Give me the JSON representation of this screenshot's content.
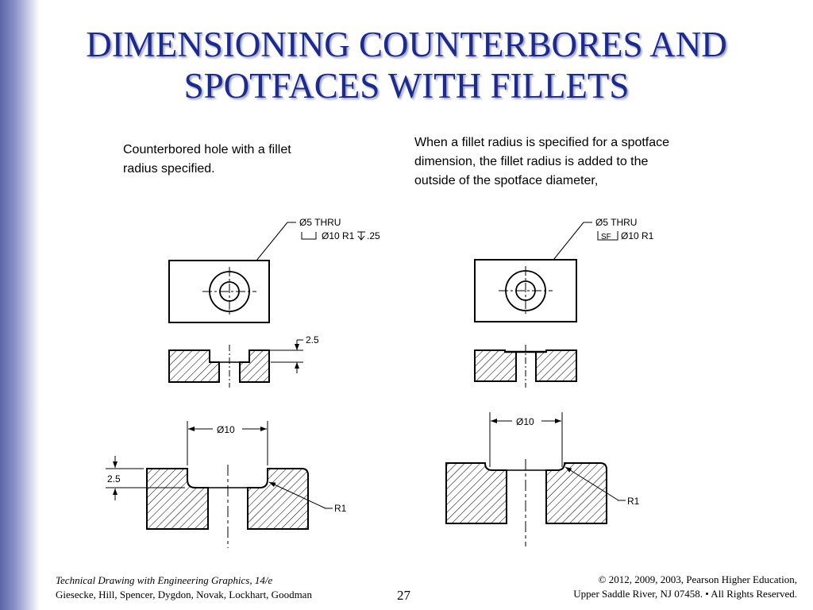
{
  "slide": {
    "title_line1": "DIMENSIONING COUNTERBORES AND",
    "title_line2": "SPOTFACES WITH FILLETS",
    "caption_left": "Counterbored hole with a fillet radius specified.",
    "caption_right": "When a fillet radius is specified for a spotface dimension, the fillet radius is added to the outside of the spotface diameter,",
    "page_number": "27"
  },
  "diagram_counterbore": {
    "callout_line1": "Ø5 THRU",
    "callout_line2": "Ø10 R1",
    "callout_depth": ".25",
    "depth_small": "2.5",
    "dia_large": "Ø10",
    "depth_large": "2.5",
    "radius": "R1"
  },
  "diagram_spotface": {
    "callout_line1": "Ø5 THRU",
    "sf_symbol": "SF",
    "callout_line2": "Ø10 R1",
    "dia_large": "Ø10",
    "radius": "R1"
  },
  "footer": {
    "book_title": "Technical Drawing with Engineering Graphics, 14/e",
    "authors": "Giesecke, Hill, Spencer, Dygdon, Novak, Lockhart, Goodman",
    "copyright_line1": "© 2012, 2009, 2003, Pearson Higher Education,",
    "copyright_line2": "Upper Saddle River, NJ 07458. • All Rights Reserved."
  },
  "colors": {
    "title": "#1c2a8c",
    "sidebar": "#5a65a8",
    "line": "#000000"
  }
}
